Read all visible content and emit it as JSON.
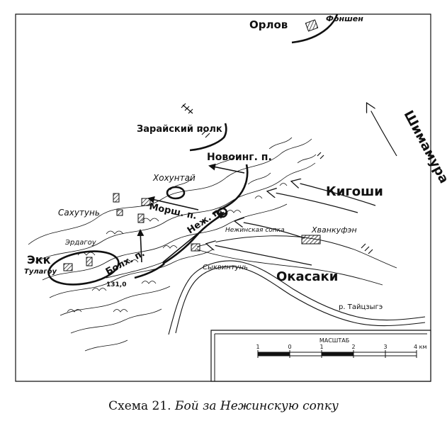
{
  "caption": {
    "prefix": "Схема 21.",
    "title": "Бой за Нежинскую сопку"
  },
  "labels": {
    "orlov": "Орлов",
    "fonshen": "Фоншен",
    "zaraisky": "Зарайский полк",
    "novoing": "Новоинг. п.",
    "khokhuntai": "Хохунтай",
    "kigoshi": "Кигоши",
    "shimamura": "Шимамура",
    "sakhutun": "Сахутунь",
    "morsh": "Морш. п.",
    "nezh": "Неж. п.",
    "nezhinskaya": "Нежинская сопка",
    "khvankufen": "Хванкуфэн",
    "erdagou": "Эрдагоу",
    "ekk": "Экк",
    "tulagou": "Тулагоу",
    "bolkh": "Болх. п.",
    "height": "131,0",
    "sykvintun": "Сыквинтунь",
    "okasaki": "Окасаки",
    "river": "р. Тайцзыгэ"
  },
  "scale": {
    "title": "МАСШТАБ",
    "ticks": [
      "1",
      "0",
      "1",
      "2",
      "3",
      "4 км"
    ]
  },
  "colors": {
    "ink": "#111111",
    "paper": "#ffffff"
  }
}
